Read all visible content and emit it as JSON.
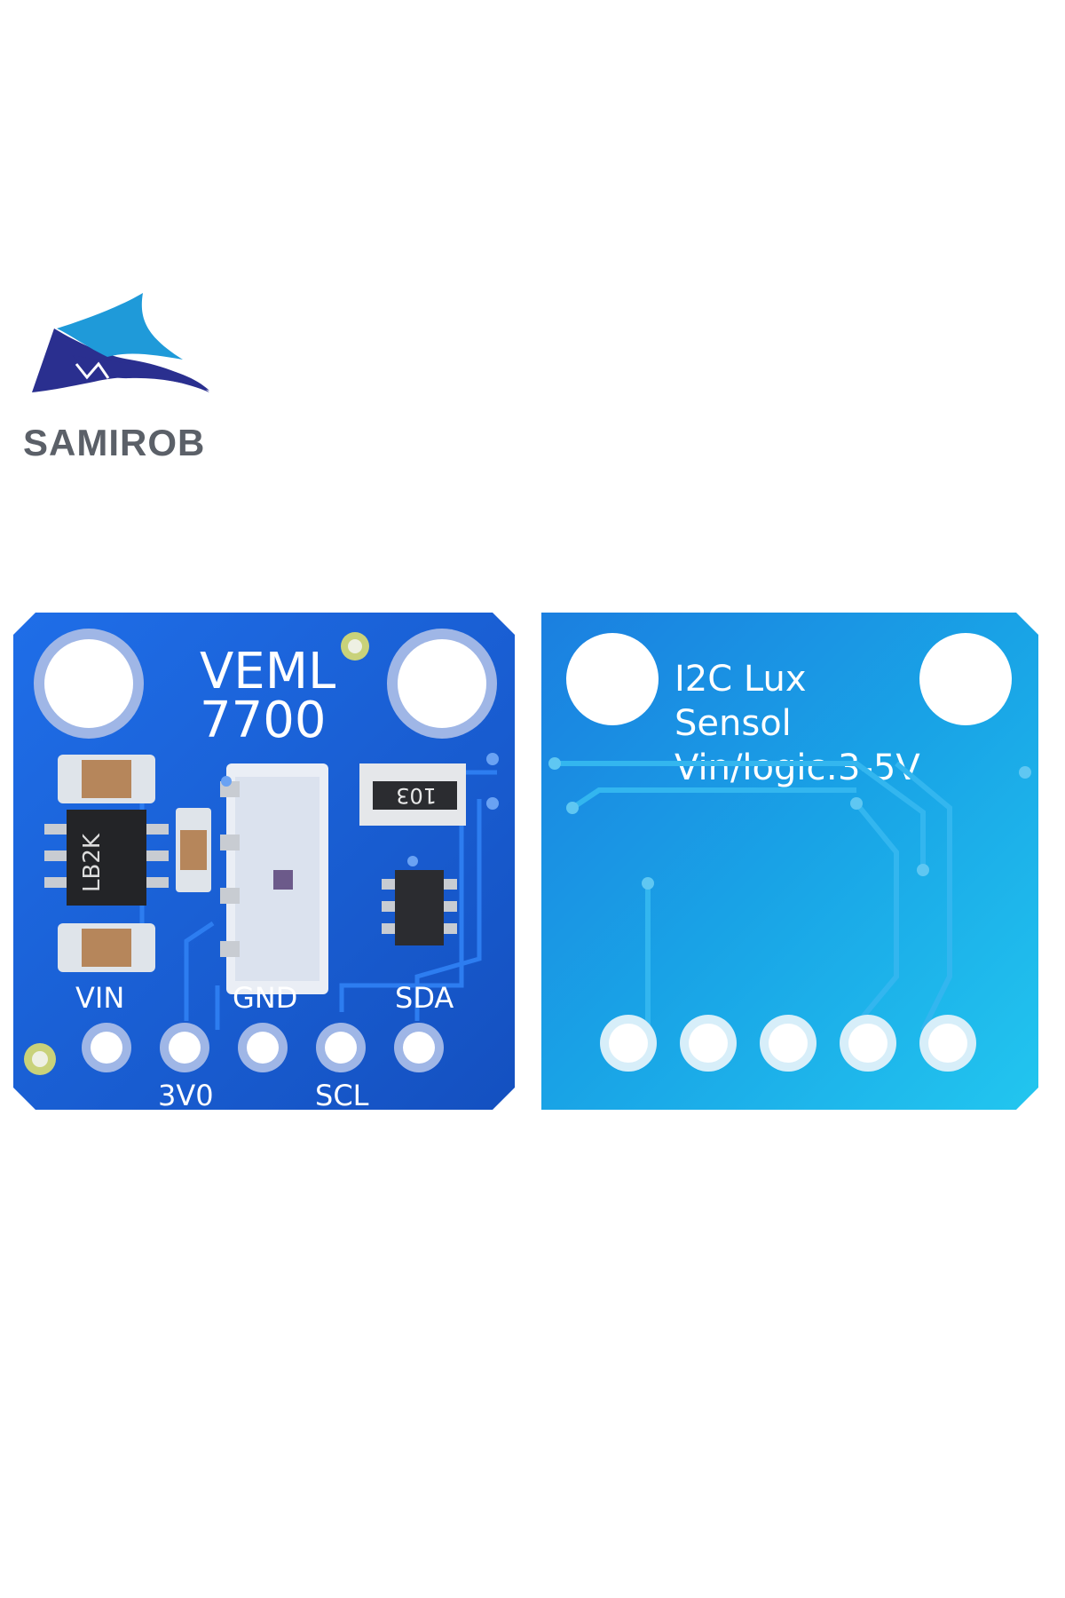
{
  "brand": {
    "name": "SAMIROB",
    "logo_icon": "wave-flag-logo",
    "colors": {
      "navy": "#2a2f8f",
      "cyan": "#1f9ad9",
      "text": "#5b6068"
    }
  },
  "front_board": {
    "title_line1": "VEML",
    "title_line2": "7700",
    "pin_labels_top": [
      "VIN",
      "GND",
      "SDA"
    ],
    "pin_labels_bottom": [
      "3V0",
      "SCL"
    ],
    "chip_marking_regulator": "LB2K",
    "resistor_network_marking": "103",
    "color": "#1a5fd6"
  },
  "back_board": {
    "line1": "I2C Lux",
    "line2": "Sensol",
    "line3": "Vin/logic:3-5V",
    "color": "#1aa7e8"
  }
}
